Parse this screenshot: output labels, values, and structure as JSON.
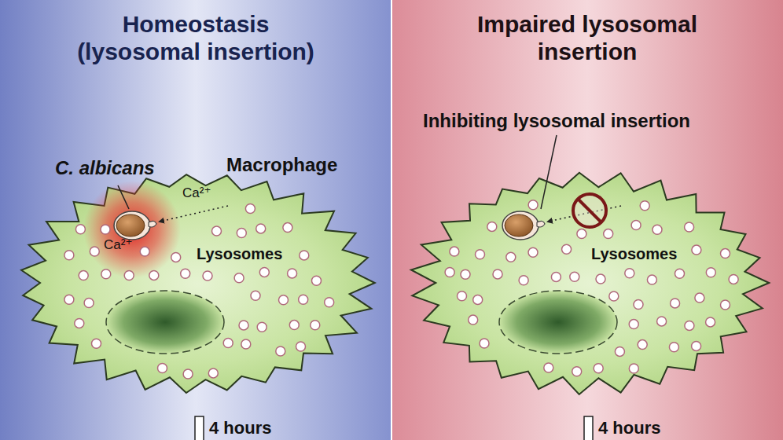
{
  "diagram": {
    "labels": [
      "Homeostasis (lysosomal insertion)",
      "Impaired lysosomal insertion",
      "C. albicans",
      "Macrophage",
      "Ca²⁺",
      "Ca²⁺",
      "Lysosomes",
      "Inhibiting lysosomal insertion",
      "Lysosomes",
      "4 hours",
      "4 hours"
    ]
  }
}
